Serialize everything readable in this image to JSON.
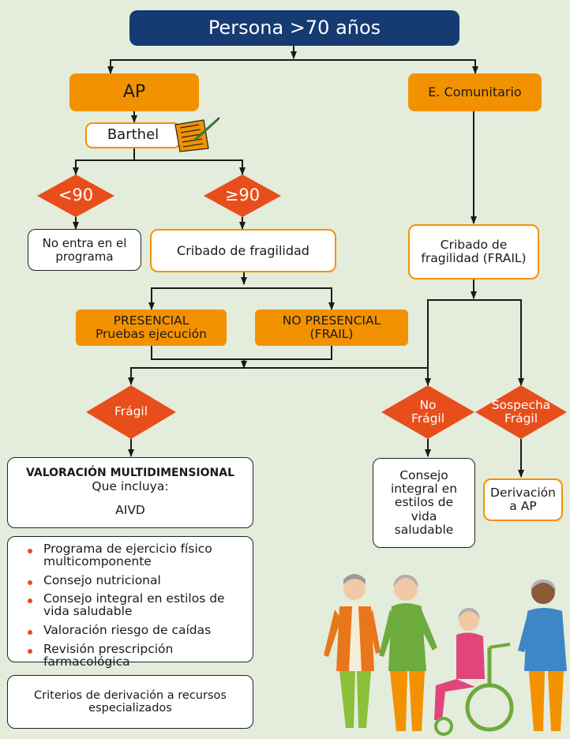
{
  "nodes": {
    "top": "Persona >70 años",
    "ap": "AP",
    "comunitario": "E. Comunitario",
    "barthel": "Barthel",
    "lt90": "<90",
    "ge90": "≥90",
    "no_entra": "No entra en el programa",
    "cribado_ap": "Cribado de fragilidad",
    "cribado_com": "Cribado de fragilidad (FRAIL)",
    "presencial_1": "PRESENCIAL",
    "presencial_2": "Pruebas ejecución",
    "nopresencial_1": "NO PRESENCIAL",
    "nopresencial_2": "(FRAIL)",
    "fragil": "Frágil",
    "no_fragil_1": "No",
    "no_fragil_2": "Frágil",
    "sospecha_1": "Sospecha",
    "sospecha_2": "Frágil",
    "consejo": "Consejo integral en estilos de vida saludable",
    "derivacion": "Derivación a AP"
  },
  "valoracion": {
    "title": "VALORACIÓN MULTIDIMENSIONAL",
    "subtitle": "Que incluya:",
    "item": "AIVD"
  },
  "actuaciones": [
    "Programa de ejercicio físico multicomponente",
    "Consejo nutricional",
    "Consejo integral en estilos de vida saludable",
    "Valoración riesgo de caídas",
    "Revisión prescripción farmacológica"
  ],
  "criterios": "Criterios de derivación a recursos especializados",
  "colors": {
    "background": "#e4ecdc",
    "navy": "#163a72",
    "orange": "#f39200",
    "decision": "#e84e1b",
    "line": "#1a1a1a"
  },
  "icons": {
    "barthel": "checklist-form-icon",
    "illustration": "elderly-people-illustration"
  }
}
